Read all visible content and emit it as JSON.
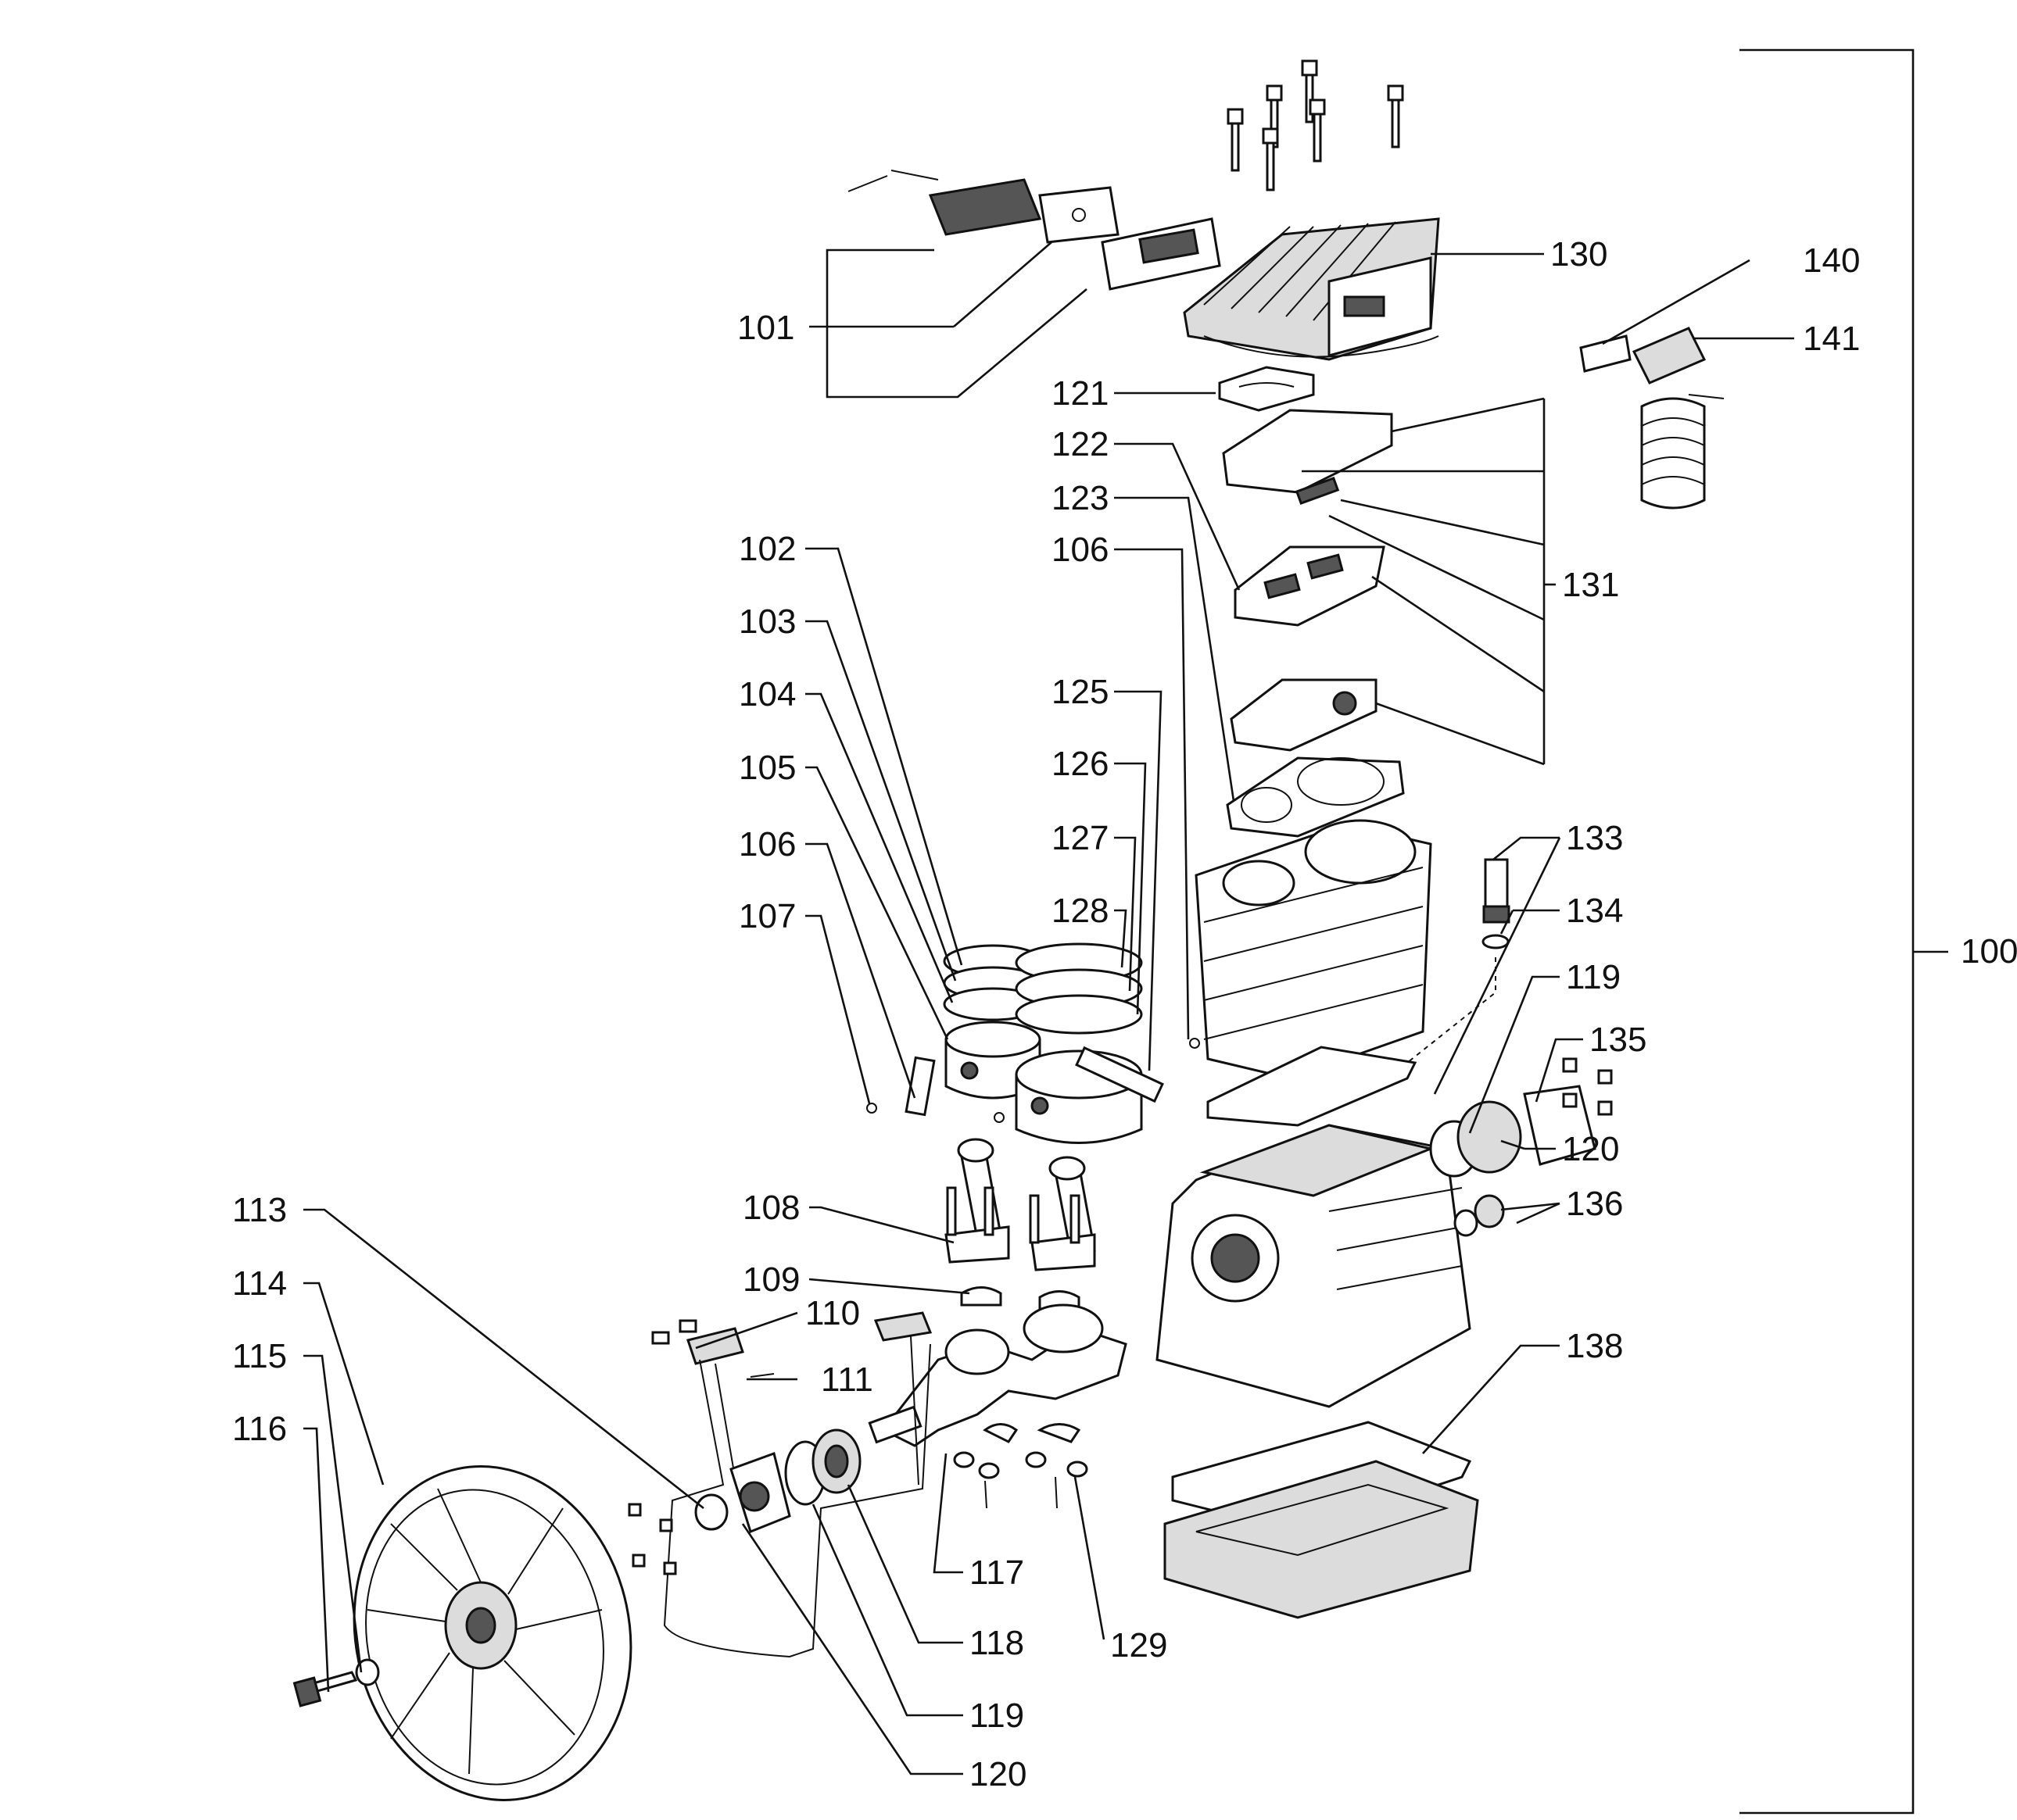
{
  "diagram": {
    "assembly_number": "100",
    "callouts": [
      {
        "id": "101",
        "text": "101"
      },
      {
        "id": "102",
        "text": "102"
      },
      {
        "id": "103",
        "text": "103"
      },
      {
        "id": "104",
        "text": "104"
      },
      {
        "id": "105",
        "text": "105"
      },
      {
        "id": "106a",
        "text": "106"
      },
      {
        "id": "107",
        "text": "107"
      },
      {
        "id": "106b",
        "text": "106"
      },
      {
        "id": "125",
        "text": "125"
      },
      {
        "id": "126",
        "text": "126"
      },
      {
        "id": "127",
        "text": "127"
      },
      {
        "id": "128",
        "text": "128"
      },
      {
        "id": "121",
        "text": "121"
      },
      {
        "id": "122",
        "text": "122"
      },
      {
        "id": "123",
        "text": "123"
      },
      {
        "id": "130",
        "text": "130"
      },
      {
        "id": "131",
        "text": "131"
      },
      {
        "id": "140",
        "text": "140"
      },
      {
        "id": "141",
        "text": "141"
      },
      {
        "id": "133",
        "text": "133"
      },
      {
        "id": "134",
        "text": "134"
      },
      {
        "id": "119a",
        "text": "119"
      },
      {
        "id": "135",
        "text": "135"
      },
      {
        "id": "120a",
        "text": "120"
      },
      {
        "id": "136",
        "text": "136"
      },
      {
        "id": "138",
        "text": "138"
      },
      {
        "id": "108",
        "text": "108"
      },
      {
        "id": "109",
        "text": "109"
      },
      {
        "id": "110",
        "text": "110"
      },
      {
        "id": "111",
        "text": "111"
      },
      {
        "id": "113",
        "text": "113"
      },
      {
        "id": "114",
        "text": "114"
      },
      {
        "id": "115",
        "text": "115"
      },
      {
        "id": "116",
        "text": "116"
      },
      {
        "id": "117",
        "text": "117"
      },
      {
        "id": "118",
        "text": "118"
      },
      {
        "id": "129",
        "text": "129"
      },
      {
        "id": "119b",
        "text": "119"
      },
      {
        "id": "120b",
        "text": "120"
      }
    ]
  }
}
